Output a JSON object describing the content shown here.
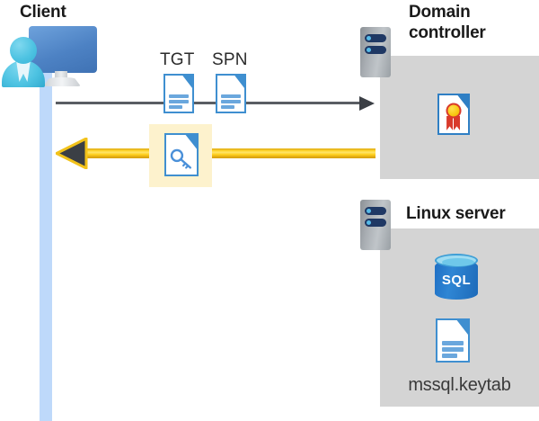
{
  "diagram": {
    "title_client": "Client",
    "title_domain_controller": "Domain\ncontroller",
    "title_domain_controller_line1": "Domain",
    "title_domain_controller_line2": "controller",
    "title_linux_server": "Linux server"
  },
  "labels": {
    "tgt": "TGT",
    "spn": "SPN",
    "keytab_file": "mssql.keytab",
    "sql_database": "SQL"
  },
  "icons": {
    "client_person": "person-icon",
    "client_monitor": "monitor-icon",
    "server_rack": "server-rack-icon",
    "document": "document-icon",
    "key_document": "key-document-icon",
    "certificate_document": "certificate-document-icon",
    "sql_database": "sql-database-icon"
  },
  "flows": [
    {
      "name": "request",
      "direction": "left-to-right",
      "from": "Client",
      "to": "Domain controller",
      "color": "#5a5e63",
      "attachments": [
        "TGT",
        "SPN"
      ]
    },
    {
      "name": "response",
      "direction": "right-to-left",
      "from": "Domain controller",
      "to": "Client",
      "color": "#ffd01c",
      "attachments": [
        "service ticket"
      ],
      "highlighted": true
    }
  ],
  "colors": {
    "panel_gray": "#d4d4d4",
    "highlight_yellow": "#fdf2cd",
    "arrow_yellow": "#ffd01c",
    "arrow_gray": "#5a5e63",
    "lifeline_blue": "#bed9fa",
    "doc_blue": "#3f8fd0",
    "sql_blue": "#2f86d4",
    "rack_navy": "#1f3864",
    "text_dark": "#1a1a1a"
  }
}
